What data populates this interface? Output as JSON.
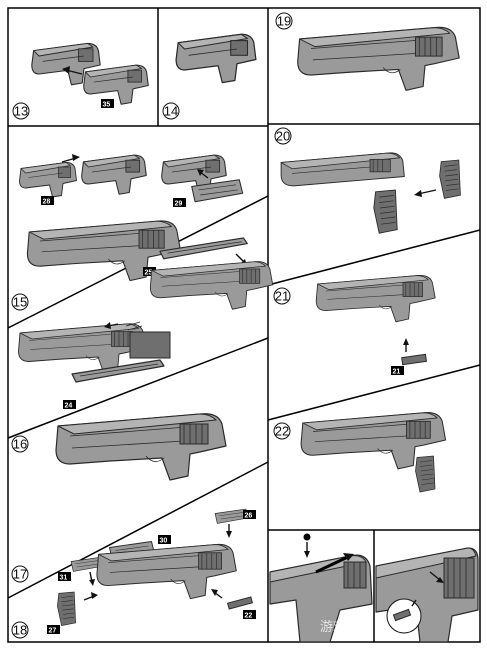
{
  "steps": [
    {
      "number": "13"
    },
    {
      "number": "14"
    },
    {
      "number": "15"
    },
    {
      "number": "16"
    },
    {
      "number": "17"
    },
    {
      "number": "18"
    },
    {
      "number": "19"
    },
    {
      "number": "20"
    },
    {
      "number": "21"
    },
    {
      "number": "22"
    }
  ],
  "part_tags": [
    "35",
    "28",
    "29",
    "25",
    "24",
    "26",
    "30",
    "31",
    "27",
    "22",
    "21"
  ],
  "watermark": "游戏区"
}
